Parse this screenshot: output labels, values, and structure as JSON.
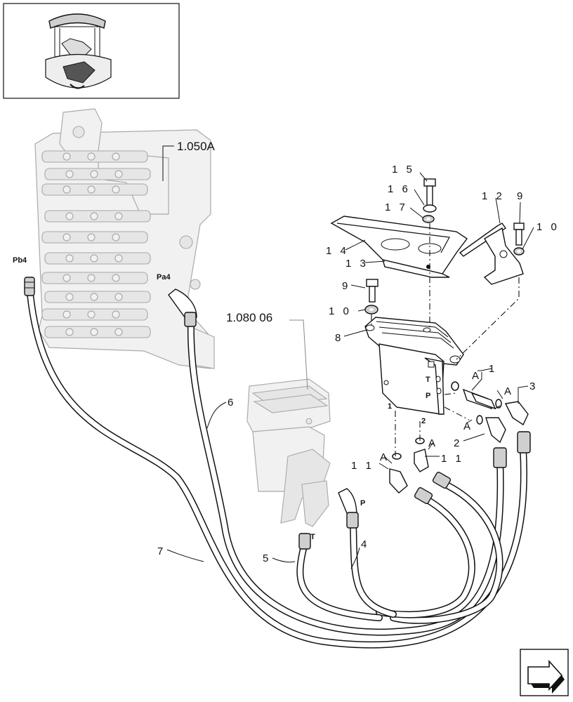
{
  "diagram": {
    "refs": {
      "valve_ref": "1.050A",
      "pedal_ref": "1.080 06"
    },
    "ports": {
      "pb4": "Pb4",
      "pa4": "Pa4",
      "hose_p": "P",
      "hose_t": "T",
      "valve_t": "T",
      "valve_p": "P",
      "port_1": "1",
      "port_2": "2"
    },
    "callouts": {
      "c1": "1",
      "c2": "2",
      "c3": "3",
      "c4": "4",
      "c5": "5",
      "c6": "6",
      "c7": "7",
      "c8": "8",
      "c9_top": "9",
      "c9_mid": "9",
      "c10_top": "1 0",
      "c10_mid": "1 0",
      "c11_left": "1 1",
      "c11_right": "1 1",
      "c12": "1 2",
      "c13": "1 3",
      "c14": "1 4",
      "c15": "1 5",
      "c16": "1 6",
      "c17": "1 7",
      "a1": "A",
      "a2": "A",
      "a3": "A",
      "a4": "A",
      "a5": "A"
    }
  },
  "thumbnail": {
    "icon": "machine-overview-icon"
  },
  "navigation": {
    "icon": "next-page-arrow-icon"
  }
}
